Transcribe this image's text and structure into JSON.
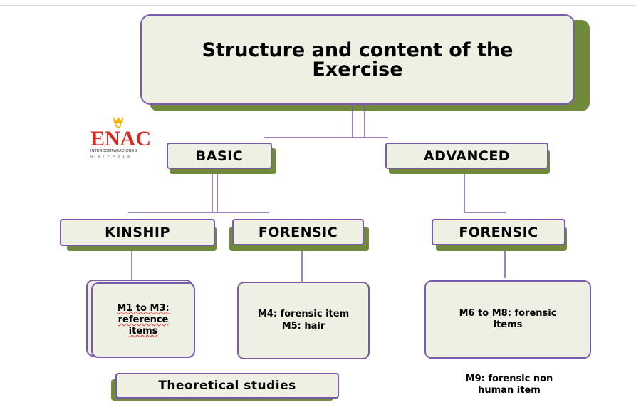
{
  "title": "Structure and content of the Exercise",
  "logo": {
    "text": "ENAC",
    "subtext": "INTERCOMPARACIONES",
    "small": "Nº 8 / P P 0 1 9",
    "colors": {
      "primary": "#d62a1e",
      "accent": "#f0b400"
    }
  },
  "levels": {
    "basic": "BASIC",
    "advanced": "ADVANCED"
  },
  "sublevels": {
    "kinship": "KINSHIP",
    "forensic_basic": "FORENSIC",
    "forensic_advanced": "FORENSIC"
  },
  "items": {
    "kinship": "M1 to M3: reference items",
    "forensic_basic_line1": "M4: forensic item",
    "forensic_basic_line2": "M5: hair",
    "forensic_advanced": "M6 to M8: forensic items"
  },
  "footer": {
    "theoretical": "Theoretical studies",
    "m9": "M9: forensic non human item"
  },
  "colors": {
    "box_fill": "#eef0e4",
    "box_border": "#7a5aa8",
    "shadow": "#6f8a3a"
  }
}
